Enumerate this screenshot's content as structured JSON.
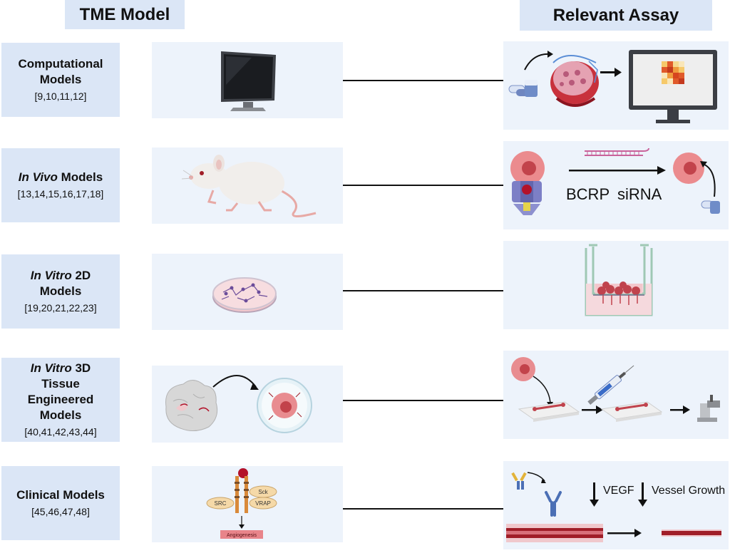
{
  "headers": {
    "left": "TME Model",
    "right": "Relevant Assay"
  },
  "rows": [
    {
      "title_em": "",
      "title_rest": "Computational Models",
      "refs": "[9,10,11,12]",
      "model_icon": "computer-monitor-icon",
      "assay_icon": "drug-tumor-to-computer-heatmap-icon"
    },
    {
      "title_em": "In Vivo",
      "title_rest": " Models",
      "refs": "[13,14,15,16,17,18]",
      "model_icon": "mouse-icon",
      "assay_icon": "bcrp-sirna-knockdown-icon",
      "assay_text": {
        "bcrp": "BCRP",
        "sirna": "siRNA"
      }
    },
    {
      "title_em": "In Vitro",
      "title_rest": " 2D Models",
      "refs": "[19,20,21,22,23]",
      "model_icon": "petri-dish-icon",
      "assay_icon": "transwell-insert-icon"
    },
    {
      "title_em": "In Vitro",
      "title_rest": " 3D Tissue Engineered Models",
      "refs": "[40,41,42,43,44]",
      "model_icon": "brain-to-spheroid-icon",
      "assay_icon": "microfluidic-chip-workflow-icon"
    },
    {
      "title_em": "",
      "title_rest": "Clinical Models",
      "refs": "[45,46,47,48]",
      "model_icon": "signaling-pathway-icon",
      "assay_icon": "antibody-vegf-vessel-icon",
      "pathway": {
        "src": "SRC",
        "sck": "Sck",
        "vrap": "VRAP",
        "angio": "Angiogenesis"
      },
      "assay_text": {
        "vegf": "VEGF",
        "vessel": "Vessel Growth"
      }
    }
  ],
  "colors": {
    "header_bg": "#dbe6f6",
    "panel_bg": "#edf3fb",
    "tumor": "#e8848a",
    "vessel": "#a01e28"
  }
}
